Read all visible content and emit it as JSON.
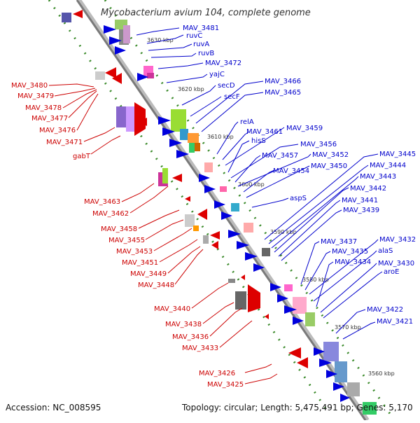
{
  "header": {
    "title": "Mycobacterium avium 104, complete genome"
  },
  "footer": {
    "accession": "Accession: NC_008595",
    "topology": "Topology: circular; Length: 5,475,491 bp; Genes: 5,170"
  },
  "colors": {
    "plus_strand": "#0000cc",
    "minus_strand": "#cc0000",
    "backbone": "#888888",
    "ticks": "#228b22"
  },
  "ticks": [
    "3630 kbp",
    "3620 kbp",
    "3610 kbp",
    "3600 kbp",
    "3590 kbp",
    "3580 kbp",
    "3570 kbp",
    "3560 kbp"
  ],
  "plus_labels": [
    "MAV_3481",
    "ruvC",
    "ruvA",
    "ruvB",
    "MAV_3472",
    "yajC",
    "secD",
    "secF",
    "MAV_3466",
    "MAV_3465",
    "relA",
    "MAV_3461",
    "MAV_3459",
    "hisS",
    "MAV_3456",
    "MAV_3457",
    "MAV_3452",
    "MAV_3454",
    "MAV_3450",
    "MAV_3445",
    "MAV_3444",
    "MAV_3443",
    "MAV_3442",
    "aspS",
    "MAV_3441",
    "MAV_3439",
    "MAV_3437",
    "MAV_3432",
    "MAV_3435",
    "alaS",
    "MAV_3434",
    "MAV_3430",
    "aroE",
    "MAV_3422",
    "MAV_3421"
  ],
  "minus_labels": [
    "MAV_3480",
    "MAV_3479",
    "MAV_3478",
    "MAV_3477",
    "MAV_3476",
    "MAV_3471",
    "gabT",
    "MAV_3463",
    "MAV_3462",
    "MAV_3458",
    "MAV_3455",
    "MAV_3453",
    "MAV_3451",
    "MAV_3449",
    "MAV_3448",
    "MAV_3440",
    "MAV_3438",
    "MAV_3436",
    "MAV_3433",
    "MAV_3426",
    "MAV_3425"
  ]
}
